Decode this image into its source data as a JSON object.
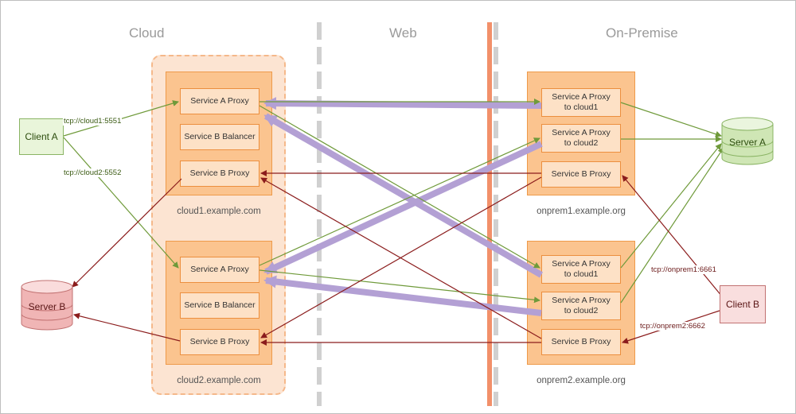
{
  "zones": {
    "cloud": "Cloud",
    "web": "Web",
    "onprem": "On-Premise"
  },
  "hosts": {
    "cloud1": {
      "label": "cloud1.example.com",
      "services": [
        "Service A Proxy",
        "Service B Balancer",
        "Service B Proxy"
      ]
    },
    "cloud2": {
      "label": "cloud2.example.com",
      "services": [
        "Service A Proxy",
        "Service B Balancer",
        "Service B Proxy"
      ]
    },
    "onprem1": {
      "label": "onprem1.example.org",
      "services": [
        "Service A Proxy\nto cloud1",
        "Service A Proxy\nto cloud2",
        "Service B Proxy"
      ]
    },
    "onprem2": {
      "label": "onprem2.example.org",
      "services": [
        "Service A Proxy\nto cloud1",
        "Service A Proxy\nto cloud2",
        "Service B Proxy"
      ]
    }
  },
  "clients": {
    "a": "Client A",
    "b": "Client B"
  },
  "servers": {
    "a": "Server A",
    "b": "Server B"
  },
  "edge_labels": {
    "a_cloud1": "tcp://cloud1:5551",
    "a_cloud2": "tcp://cloud2:5552",
    "b_onprem1": "tcp://onprem1:6661",
    "b_onprem2": "tcp://onprem2:6662"
  },
  "colors": {
    "green": "#6f9a3a",
    "red": "#8b1c1c",
    "purple": "#b3a0d4",
    "firewall": "#f2906a",
    "dash": "#d0d0d0"
  }
}
